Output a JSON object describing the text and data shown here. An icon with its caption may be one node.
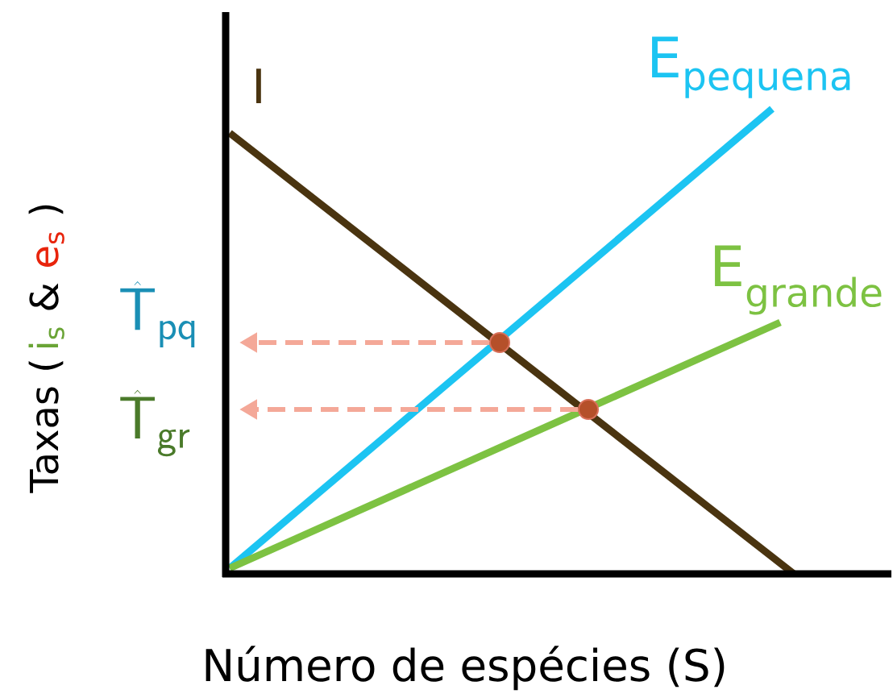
{
  "diagram": {
    "nodes": [
      {
        "text": [
          "\\hat{\\mathsf{T}}_{\\mathsf{pq}}"
        ]
      },
      {
        "text": [
          "\\hat{\\mathsf{T}}_{\\mathsf{gr}}"
        ]
      },
      {
        "text": [],
        "shape": "circle"
      },
      {
        "text": [],
        "shape": "circle"
      }
    ],
    "edges": [
      {
        "from": 2,
        "to": 0,
        "arrow": "to",
        "style": "dashed",
        "color": "#f4a898"
      },
      {
        "from": 3,
        "to": 1,
        "arrow": "to",
        "style": "dashed",
        "color": "#f4a898"
      }
    ],
    "labels": [
      "I",
      "E$_{pequena}$",
      "E$_{grande}$",
      "Taxas (",
      "i$_{s}$",
      "&",
      "e$_{s}$",
      ")",
      "Número de espécies (S)"
    ]
  }
}
